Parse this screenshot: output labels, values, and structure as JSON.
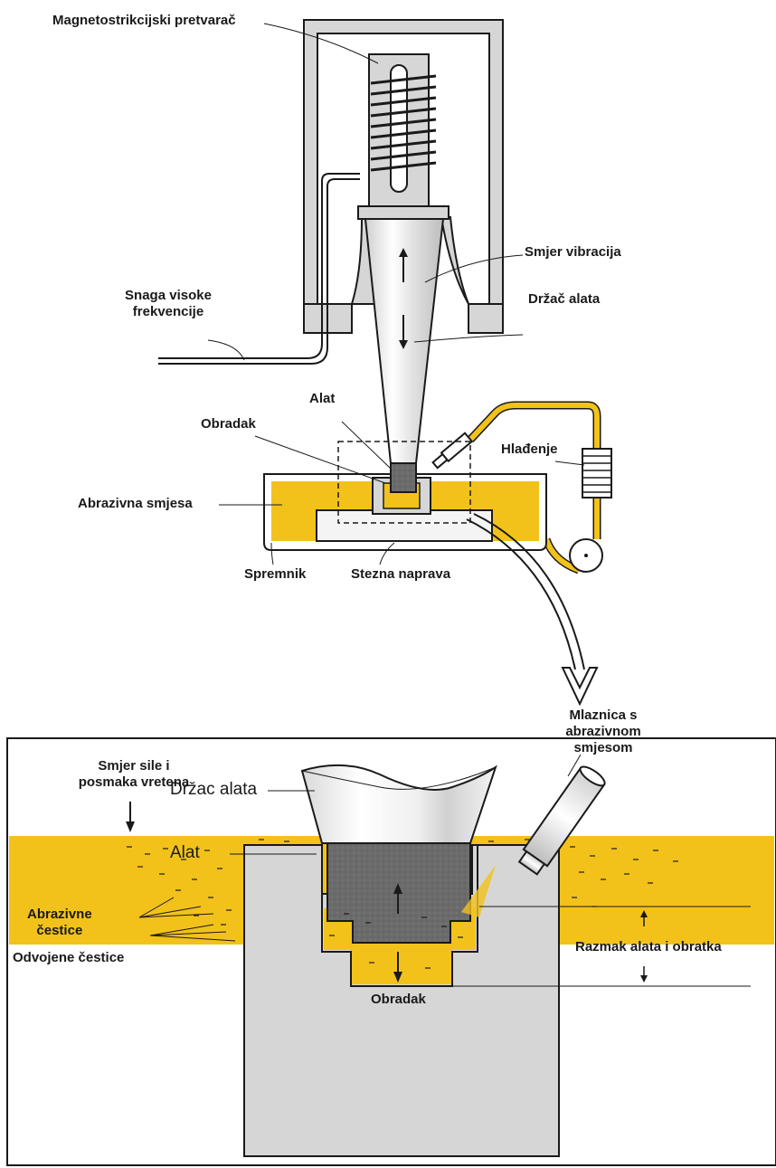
{
  "top_diagram": {
    "labels": {
      "transducer": "Magnetostrikcijski pretvarač",
      "vibration_direction": "Smjer vibracija",
      "high_freq_power_line1": "Snaga visoke",
      "high_freq_power_line2": "frekvencije",
      "tool_holder": "Držač alata",
      "tool": "Alat",
      "workpiece": "Obradak",
      "cooling": "Hlađenje",
      "abrasive_slurry": "Abrazivna smjesa",
      "tank": "Spremnik",
      "fixture": "Stezna naprava"
    }
  },
  "detail_diagram": {
    "labels": {
      "force_direction_line1": "Smjer sile i",
      "force_direction_line2": "posmaka vretena",
      "tool_holder": "Držac alata",
      "tool": "Alat",
      "nozzle_line1": "Mlaznica s",
      "nozzle_line2": "abrazivnom",
      "nozzle_line3": "smjesom",
      "abrasive_particles_line1": "Abrazivne",
      "abrasive_particles_line2": "čestice",
      "removed_particles": "Odvojene čestice",
      "gap": "Razmak alata i obratka",
      "workpiece": "Obradak"
    }
  },
  "colors": {
    "slurry": "#f2c21b",
    "frame_gray": "#d6d6d6",
    "tool_dark": "#6e6e6e",
    "outline": "#1a1a1a"
  }
}
